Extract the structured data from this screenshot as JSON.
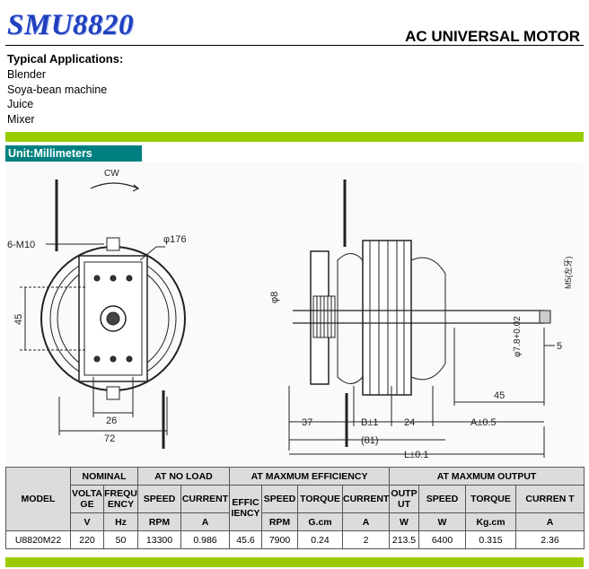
{
  "header": {
    "model_logo": "SMU8820",
    "product_type": "AC UNIVERSAL MOTOR"
  },
  "applications": {
    "heading": "Typical Applications:",
    "items": [
      "Blender",
      "Soya-bean machine",
      "Juice",
      "Mixer"
    ]
  },
  "unit_label": "Unit:Millimeters",
  "drawing": {
    "rotation": "CW",
    "hole_label": "6-M10",
    "outer_diameter": "φ176",
    "height_dim": "45",
    "inner_width": "26",
    "overall_width": "72",
    "shaft_dia": "φ8",
    "shaft_tol": "φ7.8+0.02",
    "thread": "M5(左牙)",
    "end_dim": "5",
    "shaft_len": "45",
    "dim_37": "37",
    "dim_b": "B±1",
    "dim_24": "24",
    "dim_a": "A±0.5",
    "dim_81": "(81)",
    "dim_l": "L±0.1"
  },
  "table": {
    "groups": {
      "model": "MODEL",
      "nominal": "NOMINAL",
      "no_load": "AT NO LOAD",
      "max_eff": "AT MAXMUM EFFICIENCY",
      "max_out": "AT MAXMUM OUTPUT"
    },
    "cols": {
      "voltage": "VOLTA GE",
      "frequency": "FREQU ENCY",
      "nl_speed": "SPEED",
      "nl_current": "CURRENT",
      "efficiency": "EFFIC IENCY",
      "me_speed": "SPEED",
      "me_torque": "TORQUE",
      "me_current": "CURRENT",
      "output": "OUTP UT",
      "mo_speed": "SPEED",
      "mo_torque": "TORQUE",
      "mo_current": "CURREN T"
    },
    "units": {
      "voltage": "V",
      "frequency": "Hz",
      "nl_speed": "RPM",
      "nl_current": "A",
      "me_speed": "RPM",
      "me_torque": "G.cm",
      "me_current": "A",
      "output": "W",
      "mo_speed": "W",
      "mo_torque": "Kg.cm",
      "mo_current": "A"
    },
    "row": {
      "model": "U8820M22",
      "voltage": "220",
      "frequency": "50",
      "nl_speed": "13300",
      "nl_current": "0.986",
      "efficiency": "45.6",
      "me_speed": "7900",
      "me_torque": "0.24",
      "me_current": "2",
      "output": "213.5",
      "mo_speed": "6400",
      "mo_torque": "0.315",
      "mo_current": "2.36"
    }
  }
}
